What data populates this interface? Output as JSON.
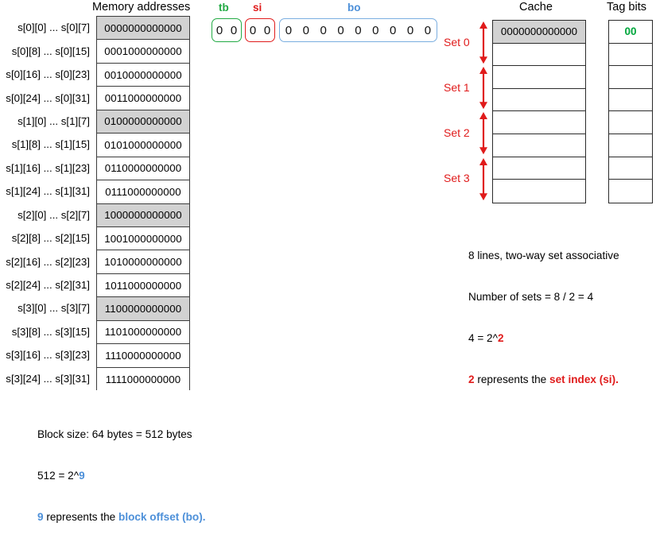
{
  "headers": {
    "memory": "Memory addresses",
    "cache": "Cache",
    "tagbits": "Tag bits"
  },
  "address_fields": {
    "tb": {
      "label": "tb",
      "bits": [
        "0",
        "0"
      ],
      "color": "#22aa44"
    },
    "si": {
      "label": "si",
      "bits": [
        "0",
        "0"
      ],
      "color": "#e01b1b"
    },
    "bo": {
      "label": "bo",
      "bits": [
        "0",
        "0",
        "0",
        "0",
        "0",
        "0",
        "0",
        "0",
        "0"
      ],
      "color": "#4d90d9"
    }
  },
  "memory_rows": [
    {
      "label": "s[0][0] ... s[0][7]",
      "address": "0000000000000",
      "shaded": true
    },
    {
      "label": "s[0][8] ... s[0][15]",
      "address": "0001000000000",
      "shaded": false
    },
    {
      "label": "s[0][16] ... s[0][23]",
      "address": "0010000000000",
      "shaded": false
    },
    {
      "label": "s[0][24] ... s[0][31]",
      "address": "0011000000000",
      "shaded": false
    },
    {
      "label": "s[1][0] ... s[1][7]",
      "address": "0100000000000",
      "shaded": true
    },
    {
      "label": "s[1][8] ... s[1][15]",
      "address": "0101000000000",
      "shaded": false
    },
    {
      "label": "s[1][16] ... s[1][23]",
      "address": "0110000000000",
      "shaded": false
    },
    {
      "label": "s[1][24] ... s[1][31]",
      "address": "0111000000000",
      "shaded": false
    },
    {
      "label": "s[2][0] ... s[2][7]",
      "address": "1000000000000",
      "shaded": true
    },
    {
      "label": "s[2][8] ... s[2][15]",
      "address": "1001000000000",
      "shaded": false
    },
    {
      "label": "s[2][16] ... s[2][23]",
      "address": "1010000000000",
      "shaded": false
    },
    {
      "label": "s[2][24] ... s[2][31]",
      "address": "1011000000000",
      "shaded": false
    },
    {
      "label": "s[3][0] ... s[3][7]",
      "address": "1100000000000",
      "shaded": true
    },
    {
      "label": "s[3][8] ... s[3][15]",
      "address": "1101000000000",
      "shaded": false
    },
    {
      "label": "s[3][16] ... s[3][23]",
      "address": "1110000000000",
      "shaded": false
    },
    {
      "label": "s[3][24] ... s[3][31]",
      "address": "1111000000000",
      "shaded": false
    }
  ],
  "cache_rows": [
    {
      "content": "0000000000000",
      "shaded": true
    },
    {
      "content": "",
      "shaded": false
    },
    {
      "content": "",
      "shaded": false
    },
    {
      "content": "",
      "shaded": false
    },
    {
      "content": "",
      "shaded": false
    },
    {
      "content": "",
      "shaded": false
    },
    {
      "content": "",
      "shaded": false
    },
    {
      "content": "",
      "shaded": false
    }
  ],
  "tag_rows": [
    {
      "value": "00"
    },
    {
      "value": ""
    },
    {
      "value": ""
    },
    {
      "value": ""
    },
    {
      "value": ""
    },
    {
      "value": ""
    },
    {
      "value": ""
    },
    {
      "value": ""
    }
  ],
  "sets": [
    {
      "label": "Set 0"
    },
    {
      "label": "Set 1"
    },
    {
      "label": "Set 2"
    },
    {
      "label": "Set 3"
    }
  ],
  "cache_note": {
    "line1": "8 lines, two-way set associative",
    "line2": "Number of sets = 8 / 2 = 4",
    "line3_prefix": "4 = 2^",
    "line3_exp": "2",
    "line4_num": "2",
    "line4_mid": " represents the ",
    "line4_term": "set index (si)."
  },
  "block_note": {
    "line1": "Block size: 64 bytes = 512 bytes",
    "line2_prefix": "512 = 2^",
    "line2_exp": "9",
    "line3_num": "9",
    "line3_mid": " represents the ",
    "line3_term": "block offset (bo)."
  },
  "colors": {
    "tb_green": "#22aa44",
    "si_red": "#e01b1b",
    "bo_blue": "#4d90d9",
    "tag_green": "#00a63c",
    "shade_gray": "#d2d2d2"
  }
}
